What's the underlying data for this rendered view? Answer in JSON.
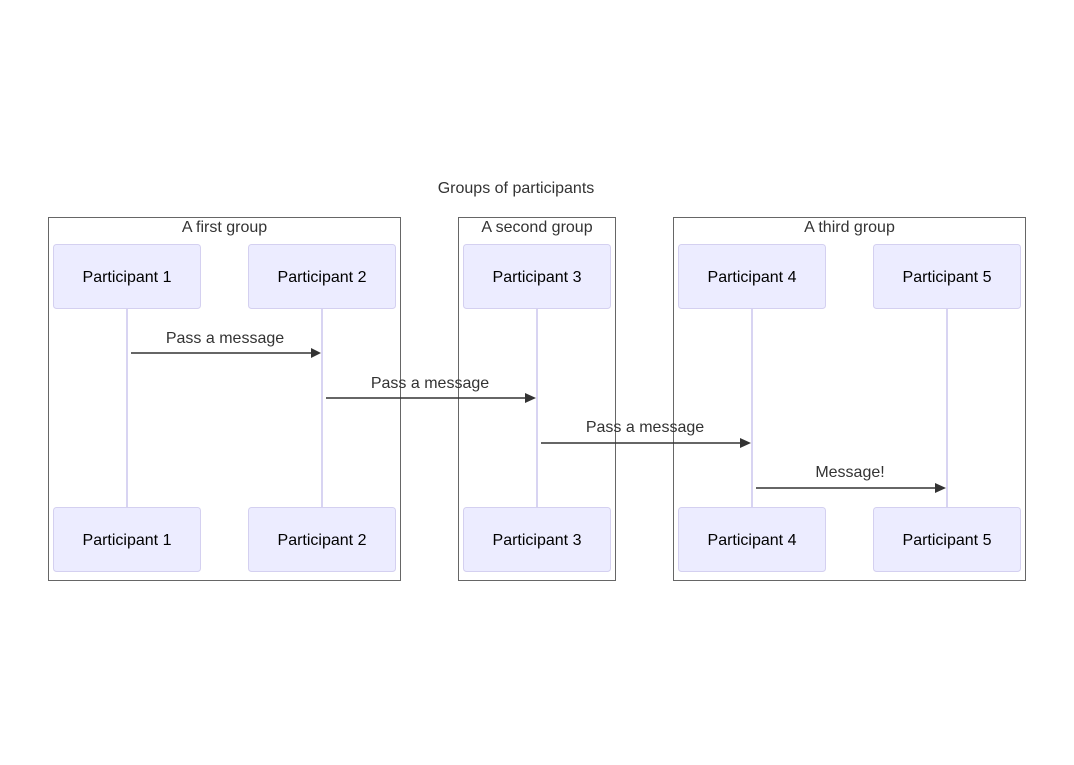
{
  "diagram": {
    "type": "sequence",
    "title": "Groups of participants",
    "groups": [
      {
        "id": "g1",
        "label": "A first group",
        "participants": [
          "p1",
          "p2"
        ]
      },
      {
        "id": "g2",
        "label": "A second group",
        "participants": [
          "p3"
        ]
      },
      {
        "id": "g3",
        "label": "A third group",
        "participants": [
          "p4",
          "p5"
        ]
      }
    ],
    "participants": [
      {
        "id": "p1",
        "label": "Participant 1"
      },
      {
        "id": "p2",
        "label": "Participant 2"
      },
      {
        "id": "p3",
        "label": "Participant 3"
      },
      {
        "id": "p4",
        "label": "Participant 4"
      },
      {
        "id": "p5",
        "label": "Participant 5"
      }
    ],
    "messages": [
      {
        "from": "p1",
        "to": "p2",
        "label": "Pass a message"
      },
      {
        "from": "p2",
        "to": "p3",
        "label": "Pass a message"
      },
      {
        "from": "p3",
        "to": "p4",
        "label": "Pass a message"
      },
      {
        "from": "p4",
        "to": "p5",
        "label": "Message!"
      }
    ],
    "colors": {
      "actor_fill": "#ECECFF",
      "actor_border": "#d4d0f0",
      "lifeline": "#d8d4f2",
      "group_border": "#666666",
      "text": "#333333",
      "arrow": "#333333"
    }
  }
}
